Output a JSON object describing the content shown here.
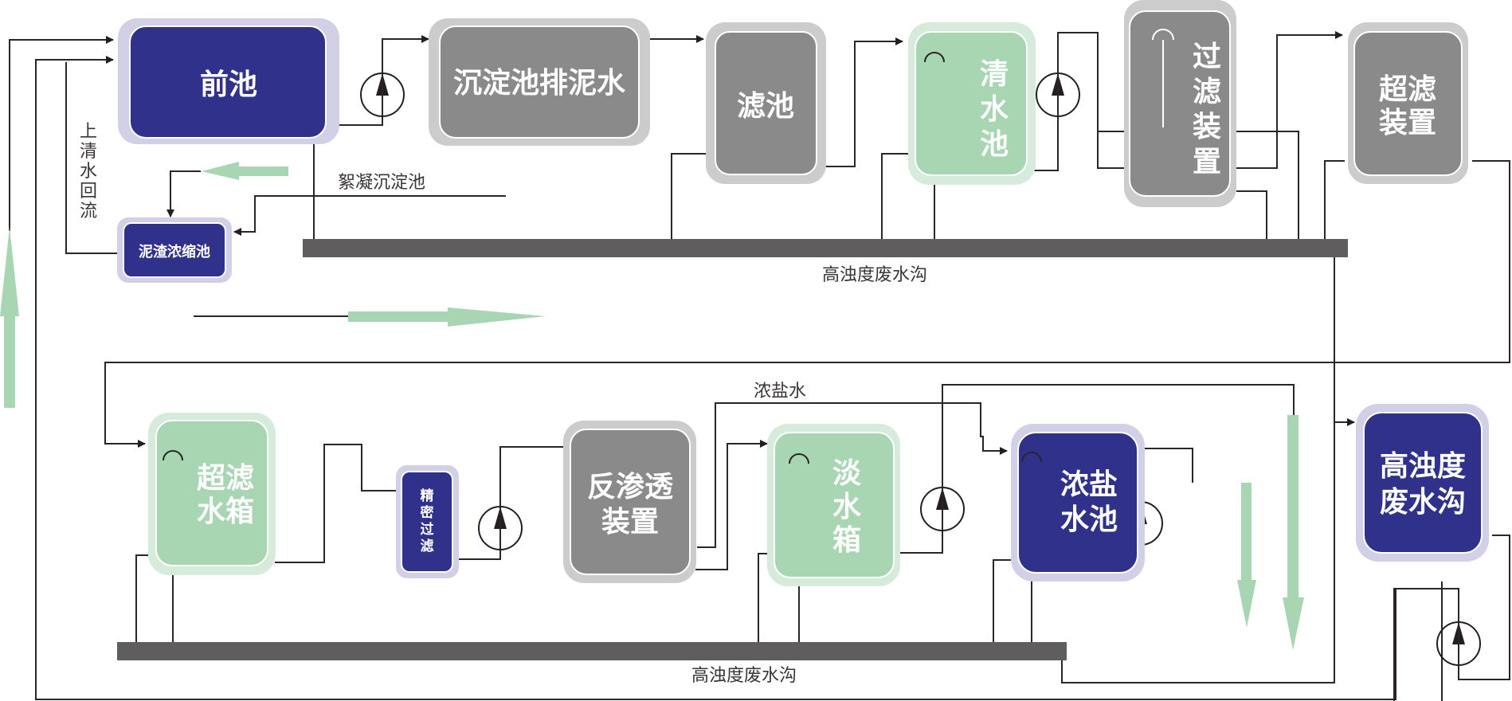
{
  "colors": {
    "navy": "#2f318a",
    "navy_halo": "#d2d0e6",
    "gray": "#8a8a8a",
    "gray_halo": "#cbcccb",
    "green": "#a8d5b2",
    "green_halo": "#d7ebdc",
    "channel": "#5f5d5e",
    "line": "#2b2526"
  },
  "nodes": {
    "forebay": {
      "label": "前池",
      "kind": "navy"
    },
    "sediment_discharge": {
      "label": "沉淀池排泥水",
      "kind": "gray"
    },
    "filter_pool": {
      "label": "滤池",
      "kind": "gray"
    },
    "clear_water_pool": {
      "label": "清水池",
      "kind": "green"
    },
    "filtration_device": {
      "label": "过滤装置",
      "kind": "gray"
    },
    "uf_device": {
      "label1": "超滤",
      "label2": "装置",
      "kind": "gray"
    },
    "sludge_thickener": {
      "label": "泥渣浓缩池",
      "kind": "navy"
    },
    "uf_tank": {
      "label1": "超滤",
      "label2": "水箱",
      "kind": "green"
    },
    "precision_filter": {
      "label": "精密过滤",
      "kind": "navy"
    },
    "ro_device": {
      "label1": "反渗透",
      "label2": "装置",
      "kind": "gray"
    },
    "fresh_water_tank": {
      "label": "淡水箱",
      "kind": "green"
    },
    "brine_pool": {
      "label1": "浓盐",
      "label2": "水池",
      "kind": "navy"
    },
    "high_turbidity_ditch_box": {
      "label1": "高浊度",
      "label2": "废水沟",
      "kind": "navy"
    }
  },
  "labels": {
    "supernatant_return": "上清水回流",
    "flocculation_tank": "絮凝沉淀池",
    "top_channel": "高浊度废水沟",
    "bottom_channel": "高浊度废水沟",
    "brine_water": "浓盐水"
  }
}
